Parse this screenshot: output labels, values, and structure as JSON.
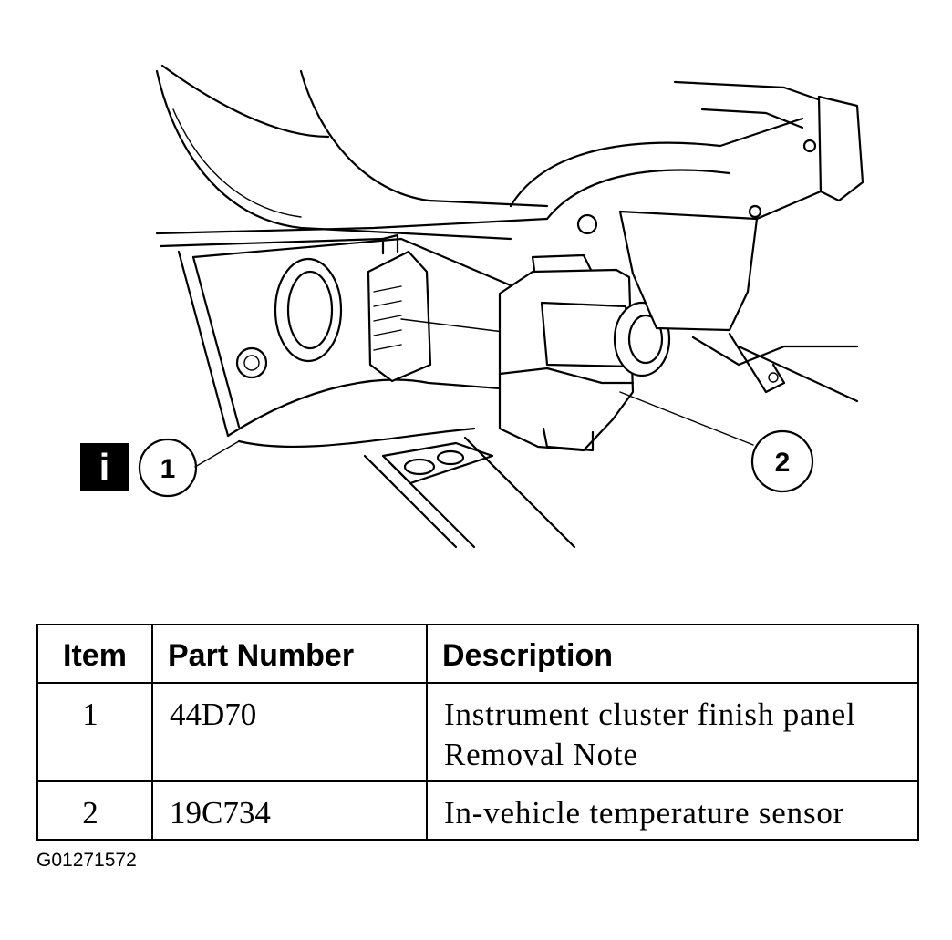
{
  "figure": {
    "callouts": [
      {
        "number": "1"
      },
      {
        "number": "2"
      }
    ],
    "info_badge": "i",
    "figure_id": "G01271572"
  },
  "table": {
    "headers": {
      "item": "Item",
      "part_number": "Part Number",
      "description": "Description"
    },
    "rows": [
      {
        "item": "1",
        "part_number": "44D70",
        "description": [
          "Instrument cluster finish panel",
          "Removal Note"
        ]
      },
      {
        "item": "2",
        "part_number": "19C734",
        "description": [
          "In-vehicle temperature sensor"
        ]
      }
    ]
  }
}
